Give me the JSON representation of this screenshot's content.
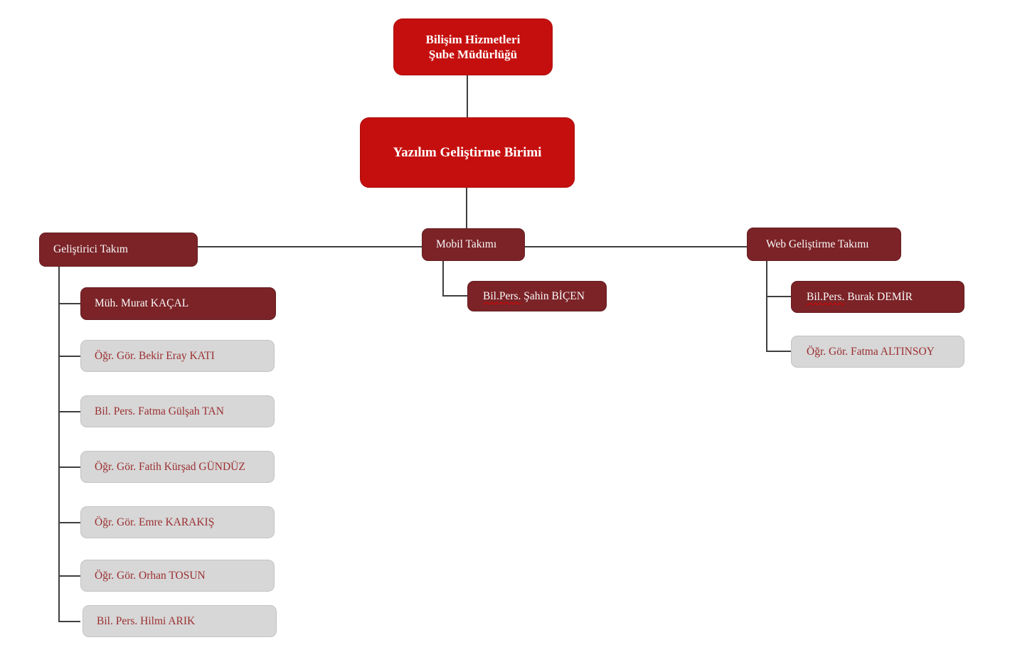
{
  "diagram": {
    "type": "org-chart",
    "root": {
      "line1": "Bilişim Hizmetleri",
      "line2": "Şube Müdürlüğü"
    },
    "unit": {
      "label": "Yazılım Geliştirme Birimi"
    }
  },
  "teams": [
    {
      "label": "Geliştirici Takım",
      "members": [
        {
          "label": "Müh. Murat KAÇAL",
          "variant": "maroon"
        },
        {
          "label": "Öğr. Gör. Bekir Eray KATI",
          "variant": "gray"
        },
        {
          "label": "Bil. Pers. Fatma Gülşah TAN",
          "variant": "gray"
        },
        {
          "label": "Öğr. Gör. Fatih Kürşad GÜNDÜZ",
          "variant": "gray"
        },
        {
          "label": "Öğr. Gör. Emre KARAKIŞ",
          "variant": "gray"
        },
        {
          "label": "Öğr. Gör. Orhan TOSUN",
          "variant": "gray"
        },
        {
          "label": "Bil. Pers. Hilmi ARIK",
          "variant": "gray"
        }
      ]
    },
    {
      "label": "Mobil Takımı",
      "members": [
        {
          "prefix": "Bil.Pers.",
          "rest": " Şahin BİÇEN",
          "variant": "maroon",
          "spellcheck_underline": true
        }
      ]
    },
    {
      "label": "Web Geliştirme Takımı",
      "members": [
        {
          "prefix": "Bil.Pers.",
          "rest": " Burak DEMİR",
          "variant": "maroon",
          "spellcheck_underline": true
        },
        {
          "label": "Öğr. Gör. Fatma ALTINSOY",
          "variant": "gray"
        }
      ]
    }
  ],
  "colors": {
    "bright_red": "#c50f0e",
    "maroon": "#7b2327",
    "gray_fill": "#d7d7d7",
    "gray_text": "#9b2f31",
    "connector": "#3f3f3f",
    "squiggle": "#e00000",
    "white_text": "#ffffff"
  }
}
